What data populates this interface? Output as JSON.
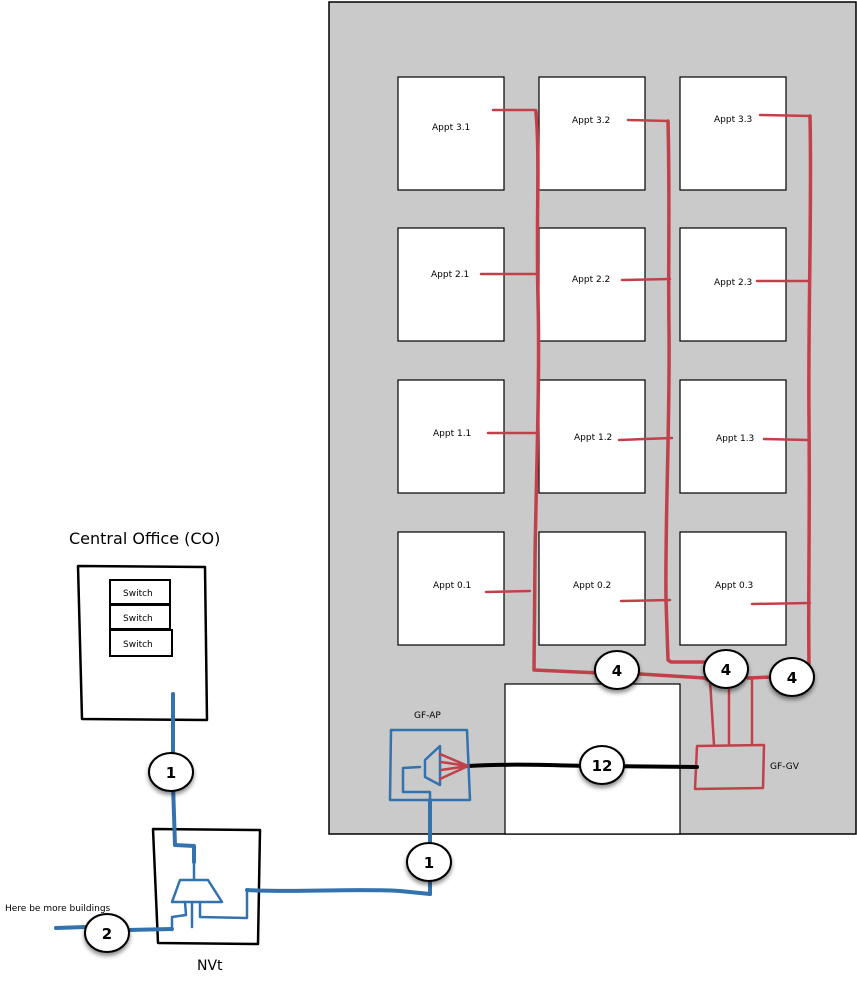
{
  "diagram": {
    "central_office": {
      "title": "Central Office (CO)",
      "switches": [
        "Switch",
        "Switch",
        "Switch"
      ]
    },
    "nvt": {
      "label": "NVt"
    },
    "more_buildings": {
      "label": "Here be more buildings"
    },
    "building": {
      "apartments": [
        [
          "Appt 3.1",
          "Appt 3.2",
          "Appt 3.3"
        ],
        [
          "Appt 2.1",
          "Appt 2.2",
          "Appt 2.3"
        ],
        [
          "Appt 1.1",
          "Appt 1.2",
          "Appt 1.3"
        ],
        [
          "Appt 0.1",
          "Appt 0.2",
          "Appt 0.3"
        ]
      ],
      "access_point": {
        "label": "GF-AP"
      },
      "distribution": {
        "label": "GF-GV"
      }
    },
    "badges": {
      "co_to_nvt": "1",
      "more_buildings": "2",
      "nvt_to_ap": "1",
      "ap_to_gv": "12",
      "riser_1": "4",
      "riser_2": "4",
      "riser_3": "4"
    },
    "colors": {
      "fiber_in_building": "#c0414a",
      "fiber_outside": "#3272ae",
      "trunk": "#000000",
      "building_fill": "#cacaca"
    }
  }
}
